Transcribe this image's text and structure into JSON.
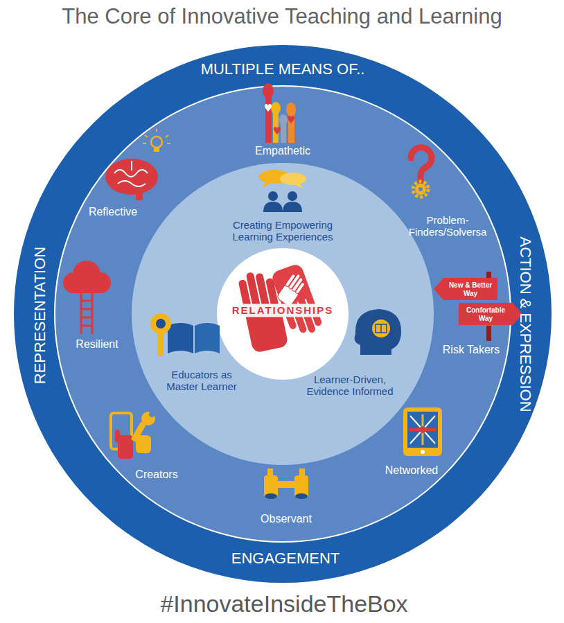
{
  "diagram": {
    "title": "The Core of Innovative Teaching and Learning",
    "caption": "#InnovateInsideTheBox",
    "nodes": [
      {
        "text": [
          "MULTIPLE MEANS OF..",
          "REPRESENTATION",
          "ACTION & EXPRESSION",
          "ENGAGEMENT"
        ]
      },
      {
        "text": [
          "Empathetic",
          "Reflective",
          "Problem- Finders/Solversa",
          "Risk Takers",
          "Resilient",
          "Creators",
          "Observant",
          "Networked"
        ],
        "in": 0
      },
      {
        "text": [
          "Creating Empowering Learning Experiences",
          "Educators as Master Learner",
          "Learner-Driven, Evidence Informed"
        ],
        "in": 1
      },
      {
        "text": [
          "RELATIONSHIPS"
        ],
        "in": 2
      },
      {
        "text": [
          "New & Better Way"
        ],
        "in": 1
      },
      {
        "text": [
          "Confortable Way"
        ],
        "in": 1
      }
    ]
  }
}
